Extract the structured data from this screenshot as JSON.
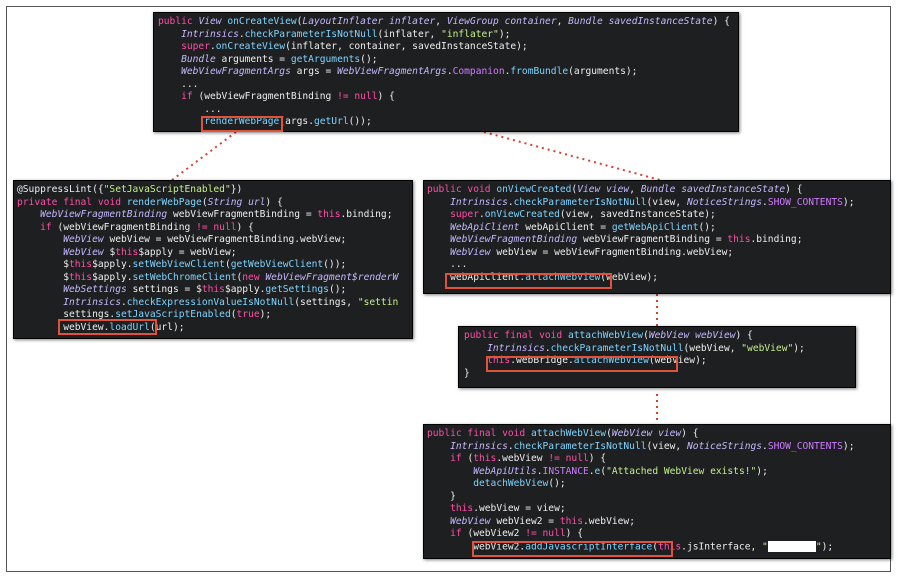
{
  "panels": [
    {
      "id": "oncreateview",
      "lines": [
        [
          [
            "kw",
            "public "
          ],
          [
            "type",
            "View "
          ],
          [
            "fn",
            "onCreateView"
          ],
          [
            "plain",
            "("
          ],
          [
            "type",
            "LayoutInflater "
          ],
          [
            "var",
            "inflater"
          ],
          [
            "plain",
            ", "
          ],
          [
            "type",
            "ViewGroup "
          ],
          [
            "var",
            "container"
          ],
          [
            "plain",
            ", "
          ],
          [
            "type",
            "Bundle "
          ],
          [
            "var",
            "savedInstanceState"
          ],
          [
            "plain",
            ") {"
          ]
        ],
        [
          [
            "plain",
            "    "
          ],
          [
            "type",
            "Intrinsics"
          ],
          [
            "plain",
            "."
          ],
          [
            "fn",
            "checkParameterIsNotNull"
          ],
          [
            "plain",
            "(inflater, "
          ],
          [
            "str",
            "\"inflater\""
          ],
          [
            "plain",
            ");"
          ]
        ],
        [
          [
            "plain",
            "    "
          ],
          [
            "kw",
            "super"
          ],
          [
            "plain",
            "."
          ],
          [
            "fn",
            "onCreateView"
          ],
          [
            "plain",
            "(inflater, container, savedInstanceState);"
          ]
        ],
        [
          [
            "plain",
            "    "
          ],
          [
            "type",
            "Bundle "
          ],
          [
            "plain",
            "arguments = "
          ],
          [
            "fn",
            "getArguments"
          ],
          [
            "plain",
            "();"
          ]
        ],
        [
          [
            "plain",
            "    "
          ],
          [
            "type",
            "WebViewFragmentArgs "
          ],
          [
            "plain",
            "args = "
          ],
          [
            "type",
            "WebViewFragmentArgs"
          ],
          [
            "plain",
            "."
          ],
          [
            "const",
            "Companion"
          ],
          [
            "plain",
            "."
          ],
          [
            "fn",
            "fromBundle"
          ],
          [
            "plain",
            "(arguments);"
          ]
        ],
        [
          [
            "plain",
            "    ..."
          ]
        ],
        [
          [
            "plain",
            "    "
          ],
          [
            "kw",
            "if "
          ],
          [
            "plain",
            "(webViewFragmentBinding "
          ],
          [
            "kw",
            "!= null"
          ],
          [
            "plain",
            ") {"
          ]
        ],
        [
          [
            "plain",
            "        ..."
          ]
        ],
        [
          [
            "plain",
            "        "
          ],
          [
            "fn",
            "renderWebPage"
          ],
          [
            "plain",
            "(args."
          ],
          [
            "fn",
            "getUrl"
          ],
          [
            "plain",
            "());"
          ]
        ]
      ]
    },
    {
      "id": "renderwebpage",
      "lines": [
        [
          [
            "ann",
            "@SuppressLint"
          ],
          [
            "plain",
            "({"
          ],
          [
            "str",
            "\"SetJavaScriptEnabled\""
          ],
          [
            "plain",
            "})"
          ]
        ],
        [
          [
            "kw",
            "private final void "
          ],
          [
            "fn",
            "renderWebPage"
          ],
          [
            "plain",
            "("
          ],
          [
            "type",
            "String "
          ],
          [
            "var",
            "url"
          ],
          [
            "plain",
            ") {"
          ]
        ],
        [
          [
            "plain",
            "    "
          ],
          [
            "type",
            "WebViewFragmentBinding "
          ],
          [
            "plain",
            "webViewFragmentBinding = "
          ],
          [
            "kw",
            "this"
          ],
          [
            "plain",
            ".binding;"
          ]
        ],
        [
          [
            "plain",
            "    "
          ],
          [
            "kw",
            "if "
          ],
          [
            "plain",
            "(webViewFragmentBinding "
          ],
          [
            "kw",
            "!= null"
          ],
          [
            "plain",
            ") {"
          ]
        ],
        [
          [
            "plain",
            "        "
          ],
          [
            "type",
            "WebView "
          ],
          [
            "plain",
            "webView = webViewFragmentBinding.webView;"
          ]
        ],
        [
          [
            "plain",
            "        "
          ],
          [
            "type",
            "WebView "
          ],
          [
            "plain",
            "$"
          ],
          [
            "kw",
            "this"
          ],
          [
            "plain",
            "$apply = webView;"
          ]
        ],
        [
          [
            "plain",
            "        $"
          ],
          [
            "kw",
            "this"
          ],
          [
            "plain",
            "$apply."
          ],
          [
            "fn",
            "setWebViewClient"
          ],
          [
            "plain",
            "("
          ],
          [
            "fn",
            "getWebViewClient"
          ],
          [
            "plain",
            "());"
          ]
        ],
        [
          [
            "plain",
            "        $"
          ],
          [
            "kw",
            "this"
          ],
          [
            "plain",
            "$apply."
          ],
          [
            "fn",
            "setWebChromeClient"
          ],
          [
            "plain",
            "("
          ],
          [
            "kw",
            "new "
          ],
          [
            "type",
            "WebViewFragment$renderW"
          ]
        ],
        [
          [
            "plain",
            "        "
          ],
          [
            "type",
            "WebSettings "
          ],
          [
            "plain",
            "settings = $"
          ],
          [
            "kw",
            "this"
          ],
          [
            "plain",
            "$apply."
          ],
          [
            "fn",
            "getSettings"
          ],
          [
            "plain",
            "();"
          ]
        ],
        [
          [
            "plain",
            "        "
          ],
          [
            "type",
            "Intrinsics"
          ],
          [
            "plain",
            "."
          ],
          [
            "fn",
            "checkExpressionValueIsNotNull"
          ],
          [
            "plain",
            "(settings, "
          ],
          [
            "str",
            "\"settin"
          ]
        ],
        [
          [
            "plain",
            "        settings."
          ],
          [
            "fn",
            "setJavaScriptEnabled"
          ],
          [
            "plain",
            "("
          ],
          [
            "kw",
            "true"
          ],
          [
            "plain",
            ");"
          ]
        ],
        [
          [
            "plain",
            "        webView."
          ],
          [
            "fn",
            "loadUrl"
          ],
          [
            "plain",
            "(url);"
          ]
        ]
      ]
    },
    {
      "id": "onviewcreated",
      "lines": [
        [
          [
            "kw",
            "public void "
          ],
          [
            "fn",
            "onViewCreated"
          ],
          [
            "plain",
            "("
          ],
          [
            "type",
            "View "
          ],
          [
            "var",
            "view"
          ],
          [
            "plain",
            ", "
          ],
          [
            "type",
            "Bundle "
          ],
          [
            "var",
            "savedInstanceState"
          ],
          [
            "plain",
            ") {"
          ]
        ],
        [
          [
            "plain",
            "    "
          ],
          [
            "type",
            "Intrinsics"
          ],
          [
            "plain",
            "."
          ],
          [
            "fn",
            "checkParameterIsNotNull"
          ],
          [
            "plain",
            "(view, "
          ],
          [
            "type",
            "NoticeStrings"
          ],
          [
            "plain",
            "."
          ],
          [
            "const",
            "SHOW_CONTENTS"
          ],
          [
            "plain",
            ");"
          ]
        ],
        [
          [
            "plain",
            "    "
          ],
          [
            "kw",
            "super"
          ],
          [
            "plain",
            "."
          ],
          [
            "fn",
            "onViewCreated"
          ],
          [
            "plain",
            "(view, savedInstanceState);"
          ]
        ],
        [
          [
            "plain",
            "    "
          ],
          [
            "type",
            "WebApiClient "
          ],
          [
            "plain",
            "webApiClient = "
          ],
          [
            "fn",
            "getWebApiClient"
          ],
          [
            "plain",
            "();"
          ]
        ],
        [
          [
            "plain",
            "    "
          ],
          [
            "type",
            "WebViewFragmentBinding "
          ],
          [
            "plain",
            "webViewFragmentBinding = "
          ],
          [
            "kw",
            "this"
          ],
          [
            "plain",
            ".binding;"
          ]
        ],
        [
          [
            "plain",
            "    "
          ],
          [
            "type",
            "WebView "
          ],
          [
            "plain",
            "webView = webViewFragmentBinding.webView;"
          ]
        ],
        [
          [
            "plain",
            "    ..."
          ]
        ],
        [
          [
            "plain",
            "    webApiClient."
          ],
          [
            "fn",
            "attachWebView"
          ],
          [
            "plain",
            "(webView);"
          ]
        ]
      ]
    },
    {
      "id": "attachwebview1",
      "lines": [
        [
          [
            "kw",
            "public final void "
          ],
          [
            "fn",
            "attachWebView"
          ],
          [
            "plain",
            "("
          ],
          [
            "type",
            "WebView "
          ],
          [
            "var",
            "webView"
          ],
          [
            "plain",
            ") {"
          ]
        ],
        [
          [
            "plain",
            "    "
          ],
          [
            "type",
            "Intrinsics"
          ],
          [
            "plain",
            "."
          ],
          [
            "fn",
            "checkParameterIsNotNull"
          ],
          [
            "plain",
            "(webView, "
          ],
          [
            "str",
            "\"webView\""
          ],
          [
            "plain",
            ");"
          ]
        ],
        [
          [
            "plain",
            "    "
          ],
          [
            "kw",
            "this"
          ],
          [
            "plain",
            ".webBridge."
          ],
          [
            "fn",
            "attachWebView"
          ],
          [
            "plain",
            "(webView);"
          ]
        ],
        [
          [
            "plain",
            "}"
          ]
        ]
      ]
    },
    {
      "id": "attachwebview2",
      "lines": [
        [
          [
            "kw",
            "public final void "
          ],
          [
            "fn",
            "attachWebView"
          ],
          [
            "plain",
            "("
          ],
          [
            "type",
            "WebView "
          ],
          [
            "var",
            "view"
          ],
          [
            "plain",
            ") {"
          ]
        ],
        [
          [
            "plain",
            "    "
          ],
          [
            "type",
            "Intrinsics"
          ],
          [
            "plain",
            "."
          ],
          [
            "fn",
            "checkParameterIsNotNull"
          ],
          [
            "plain",
            "(view, "
          ],
          [
            "type",
            "NoticeStrings"
          ],
          [
            "plain",
            "."
          ],
          [
            "const",
            "SHOW_CONTENTS"
          ],
          [
            "plain",
            ");"
          ]
        ],
        [
          [
            "plain",
            "    "
          ],
          [
            "kw",
            "if "
          ],
          [
            "plain",
            "("
          ],
          [
            "kw",
            "this"
          ],
          [
            "plain",
            ".webView "
          ],
          [
            "kw",
            "!= null"
          ],
          [
            "plain",
            ") {"
          ]
        ],
        [
          [
            "plain",
            "        "
          ],
          [
            "type",
            "WebApiUtils"
          ],
          [
            "plain",
            "."
          ],
          [
            "const",
            "INSTANCE"
          ],
          [
            "plain",
            "."
          ],
          [
            "fn",
            "e"
          ],
          [
            "plain",
            "("
          ],
          [
            "str",
            "\"Attached WebView exists!\""
          ],
          [
            "plain",
            ");"
          ]
        ],
        [
          [
            "plain",
            "        "
          ],
          [
            "fn",
            "detachWebView"
          ],
          [
            "plain",
            "();"
          ]
        ],
        [
          [
            "plain",
            "    }"
          ]
        ],
        [
          [
            "plain",
            "    "
          ],
          [
            "kw",
            "this"
          ],
          [
            "plain",
            ".webView = view;"
          ]
        ],
        [
          [
            "plain",
            "    "
          ],
          [
            "type",
            "WebView "
          ],
          [
            "plain",
            "webView2 = "
          ],
          [
            "kw",
            "this"
          ],
          [
            "plain",
            ".webView;"
          ]
        ],
        [
          [
            "plain",
            "    "
          ],
          [
            "kw",
            "if "
          ],
          [
            "plain",
            "(webView2 "
          ],
          [
            "kw",
            "!= null"
          ],
          [
            "plain",
            ") {"
          ]
        ],
        [
          [
            "plain",
            "        webView2."
          ],
          [
            "fn",
            "addJavascriptInterface"
          ],
          [
            "plain",
            "("
          ],
          [
            "kw",
            "this"
          ],
          [
            "plain",
            ".jsInterface, "
          ],
          [
            "str",
            "\""
          ],
          [
            "redact",
            ""
          ],
          [
            "str",
            "\""
          ],
          [
            "plain",
            ");"
          ]
        ]
      ]
    }
  ]
}
